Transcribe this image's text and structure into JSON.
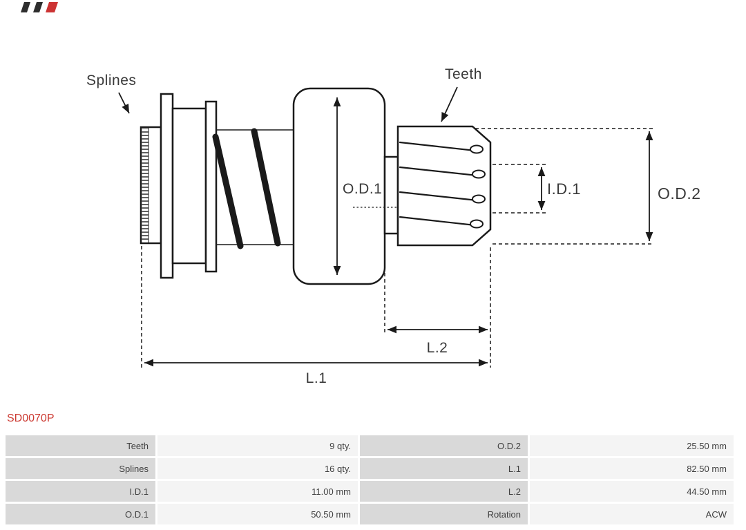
{
  "brand": {
    "logo_icon": "as-pl-logo"
  },
  "part_number": "SD0070P",
  "diagram": {
    "labels": {
      "splines": "Splines",
      "teeth": "Teeth",
      "od1": "O.D.1",
      "id1": "I.D.1",
      "od2": "O.D.2",
      "l1": "L.1",
      "l2": "L.2"
    }
  },
  "spec_table": {
    "rows": [
      {
        "label_left": "Teeth",
        "value_left": "9 qty.",
        "label_right": "O.D.2",
        "value_right": "25.50 mm"
      },
      {
        "label_left": "Splines",
        "value_left": "16 qty.",
        "label_right": "L.1",
        "value_right": "82.50 mm"
      },
      {
        "label_left": "I.D.1",
        "value_left": "11.00 mm",
        "label_right": "L.2",
        "value_right": "44.50 mm"
      },
      {
        "label_left": "O.D.1",
        "value_left": "50.50 mm",
        "label_right": "Rotation",
        "value_right": "ACW"
      }
    ]
  },
  "colors": {
    "accent_red": "#cc3b33",
    "diagram_stroke": "#1a1a1a",
    "table_label_bg": "#d9d9d9",
    "table_value_bg": "#f4f4f4"
  }
}
